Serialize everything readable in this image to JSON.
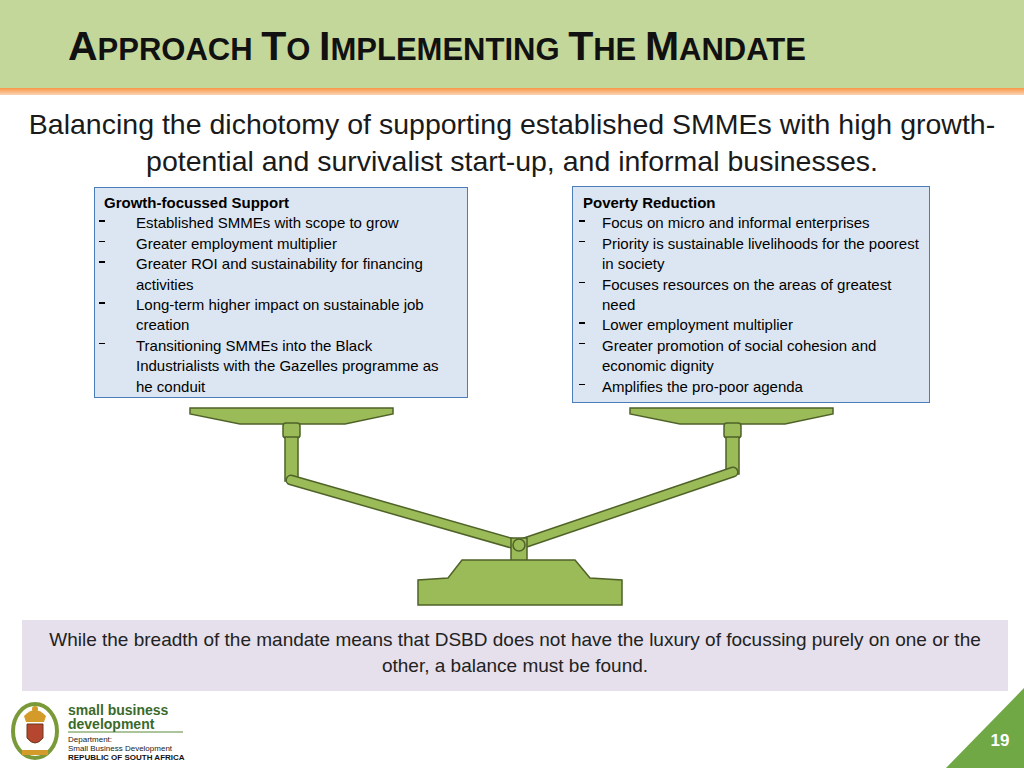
{
  "diagram": {
    "title": "APPROACH TO IMPLEMENTING THE MANDATE",
    "nodes": [
      {
        "text": [
          "Growth-focussed Support",
          "Established SMMEs with scope to grow",
          "Greater employment multiplier",
          "Greater ROI and sustainability for financing activities",
          "Long-term higher impact on sustainable job creation",
          "Transitioning SMMEs into the Black Industrialists with the Gazelles programme as he conduit"
        ]
      },
      {
        "text": [
          "Poverty Reduction",
          "Focus on micro and informal enterprises",
          "Priority is sustainable livelihoods for the poorest in society",
          "Focuses resources on the areas of greatest need",
          "Lower employment multiplier",
          "Greater promotion of social cohesion and economic dignity",
          "Amplifies the pro-poor agenda"
        ]
      },
      {
        "text": [
          "While the breadth of the mandate means that DSBD does not have the luxury of focussing purely on one or the other, a balance must be found."
        ]
      }
    ],
    "labels": [
      "Balancing the dichotomy of supporting established SMMEs with high growth-potential and survivalist start-up, and informal businesses.",
      "small business",
      "development",
      "Department:",
      "Small Business Development",
      "REPUBLIC OF SOUTH AFRICA",
      "19"
    ]
  }
}
